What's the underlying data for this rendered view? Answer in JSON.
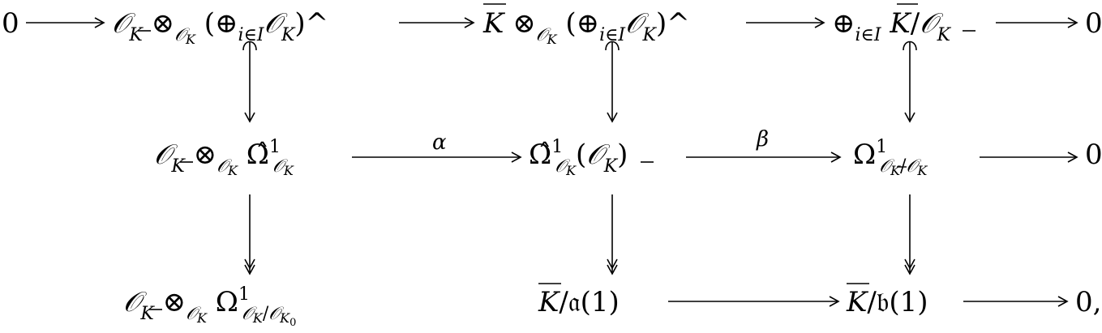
{
  "diagram": {
    "nodes": {
      "zero_left": "0",
      "r1_c1": "𝒪_K̅ ⊗_𝒪_K (⊕_i∈I 𝒪_K)^",
      "r1_c2": "K̅ ⊗_𝒪_K (⊕_i∈I 𝒪_K)^",
      "r1_c3": "⊕_i∈I K̅/𝒪_K̅",
      "zero_r1": "0",
      "r2_c1": "𝒪_K̅ ⊗_𝒪_K Ω̂¹_𝒪_K",
      "r2_c2": "Ω̂¹_𝒪_K(𝒪_K̅)",
      "r2_c3": "Ω¹_𝒪_K̅/𝒪_K",
      "zero_r2": "0",
      "r3_c1": "𝒪_K̅ ⊗_𝒪_K Ω¹_𝒪_K/𝒪_K₀",
      "r3_c2": "K̅/𝔞(1)",
      "r3_c3": "K̅/𝔟(1)",
      "zero_r3": "0,"
    },
    "labels": {
      "alpha": "α",
      "beta": "β"
    }
  }
}
